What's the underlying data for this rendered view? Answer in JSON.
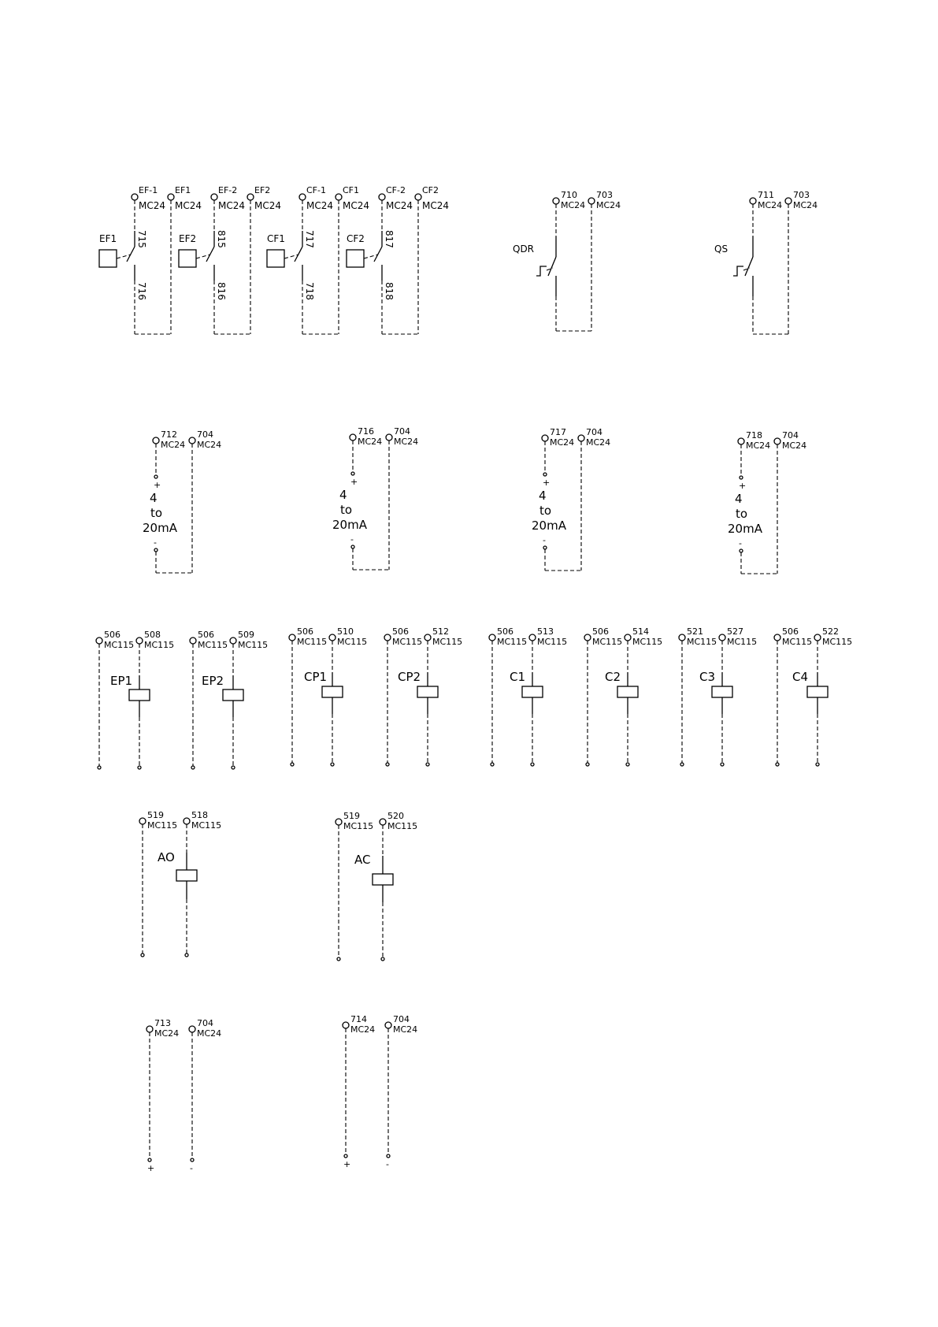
{
  "contactors": {
    "groups": [
      {
        "left_term": "EF-1",
        "left_code": "MC24",
        "right_term": "EF1",
        "right_code": "MC24",
        "device": "EF1",
        "wire_top": "715",
        "wire_bottom": "716"
      },
      {
        "left_term": "EF-2",
        "left_code": "MC24",
        "right_term": "EF2",
        "right_code": "MC24",
        "device": "EF2",
        "wire_top": "815",
        "wire_bottom": "816"
      },
      {
        "left_term": "CF-1",
        "left_code": "MC24",
        "right_term": "CF1",
        "right_code": "MC24",
        "device": "CF1",
        "wire_top": "717",
        "wire_bottom": "718"
      },
      {
        "left_term": "CF-2",
        "left_code": "MC24",
        "right_term": "CF2",
        "right_code": "MC24",
        "device": "CF2",
        "wire_top": "817",
        "wire_bottom": "818"
      }
    ]
  },
  "switches": [
    {
      "left_term": "710",
      "left_code": "MC24",
      "right_term": "703",
      "right_code": "MC24",
      "device": "QDR"
    },
    {
      "left_term": "711",
      "left_code": "MC24",
      "right_term": "703",
      "right_code": "MC24",
      "device": "QS"
    }
  ],
  "transducers": [
    {
      "left_term": "712",
      "left_code": "MC24",
      "right_term": "704",
      "right_code": "MC24",
      "line1": "4",
      "line2": "to",
      "line3": "20mA",
      "plus": "+",
      "minus": "-"
    },
    {
      "left_term": "716",
      "left_code": "MC24",
      "right_term": "704",
      "right_code": "MC24",
      "line1": "4",
      "line2": "to",
      "line3": "20mA",
      "plus": "+",
      "minus": "-"
    },
    {
      "left_term": "717",
      "left_code": "MC24",
      "right_term": "704",
      "right_code": "MC24",
      "line1": "4",
      "line2": "to",
      "line3": "20mA",
      "plus": "+",
      "minus": "-"
    },
    {
      "left_term": "718",
      "left_code": "MC24",
      "right_term": "704",
      "right_code": "MC24",
      "line1": "4",
      "line2": "to",
      "line3": "20mA",
      "plus": "+",
      "minus": "-"
    }
  ],
  "coils": [
    {
      "left_term": "506",
      "left_code": "MC115",
      "right_term": "508",
      "right_code": "MC115",
      "device": "EP1"
    },
    {
      "left_term": "506",
      "left_code": "MC115",
      "right_term": "509",
      "right_code": "MC115",
      "device": "EP2"
    },
    {
      "left_term": "506",
      "left_code": "MC115",
      "right_term": "510",
      "right_code": "MC115",
      "device": "CP1"
    },
    {
      "left_term": "506",
      "left_code": "MC115",
      "right_term": "512",
      "right_code": "MC115",
      "device": "CP2"
    },
    {
      "left_term": "506",
      "left_code": "MC115",
      "right_term": "513",
      "right_code": "MC115",
      "device": "C1"
    },
    {
      "left_term": "506",
      "left_code": "MC115",
      "right_term": "514",
      "right_code": "MC115",
      "device": "C2"
    },
    {
      "left_term": "521",
      "left_code": "MC115",
      "right_term": "527",
      "right_code": "MC115",
      "device": "C3"
    },
    {
      "left_term": "506",
      "left_code": "MC115",
      "right_term": "522",
      "right_code": "MC115",
      "device": "C4"
    }
  ],
  "aux_coils": [
    {
      "left_term": "519",
      "left_code": "MC115",
      "right_term": "518",
      "right_code": "MC115",
      "device": "AO"
    },
    {
      "left_term": "519",
      "left_code": "MC115",
      "right_term": "520",
      "right_code": "MC115",
      "device": "AC"
    }
  ],
  "outputs": [
    {
      "left_term": "713",
      "left_code": "MC24",
      "right_term": "704",
      "right_code": "MC24",
      "plus": "+",
      "minus": "-"
    },
    {
      "left_term": "714",
      "left_code": "MC24",
      "right_term": "704",
      "right_code": "MC24",
      "plus": "+",
      "minus": "-"
    }
  ]
}
